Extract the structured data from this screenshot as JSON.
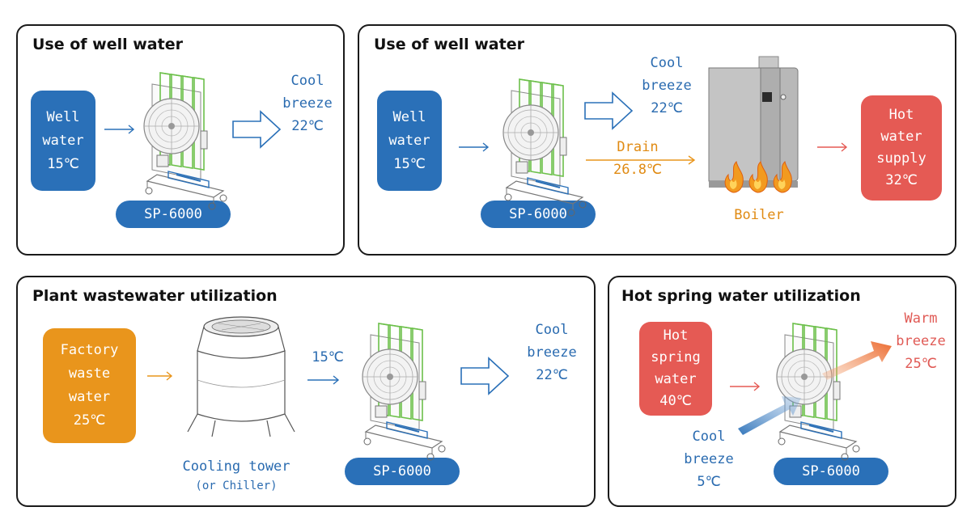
{
  "panels": {
    "p1": {
      "title": "Use of  well water",
      "source": [
        "Well",
        "water",
        "15℃"
      ],
      "output": [
        "Cool",
        "breeze",
        "22℃"
      ],
      "unit": "SP-6000"
    },
    "p2": {
      "title": "Use of  well water",
      "source": [
        "Well",
        "water",
        "15℃"
      ],
      "output": [
        "Cool",
        "breeze",
        "22℃"
      ],
      "drain": [
        "Drain",
        "26.8℃"
      ],
      "boiler": "Boiler",
      "result": [
        "Hot",
        "water",
        "supply",
        "32℃"
      ],
      "unit": "SP-6000"
    },
    "p3": {
      "title": "Plant wastewater utilization",
      "source": [
        "Factory",
        "waste",
        "water",
        "25℃"
      ],
      "tower": [
        "Cooling tower",
        "(or Chiller)"
      ],
      "temp": "15℃",
      "output": [
        "Cool",
        "breeze",
        "22℃"
      ],
      "unit": "SP-6000"
    },
    "p4": {
      "title": "Hot spring water utilization",
      "source": [
        "Hot",
        "spring",
        "water",
        "40℃"
      ],
      "warm": [
        "Warm",
        "breeze",
        "25℃"
      ],
      "cool_in": [
        "Cool",
        "breeze",
        "5℃"
      ],
      "unit": "SP-6000"
    }
  },
  "colors": {
    "blue": "#2a70b8",
    "red": "#e55a54",
    "orange": "#e9951c",
    "green": "#6cc04a"
  },
  "icons": [
    "evaporative-cooler-icon",
    "boiler-icon",
    "flame-icon",
    "cooling-tower-icon",
    "arrow-icon"
  ]
}
